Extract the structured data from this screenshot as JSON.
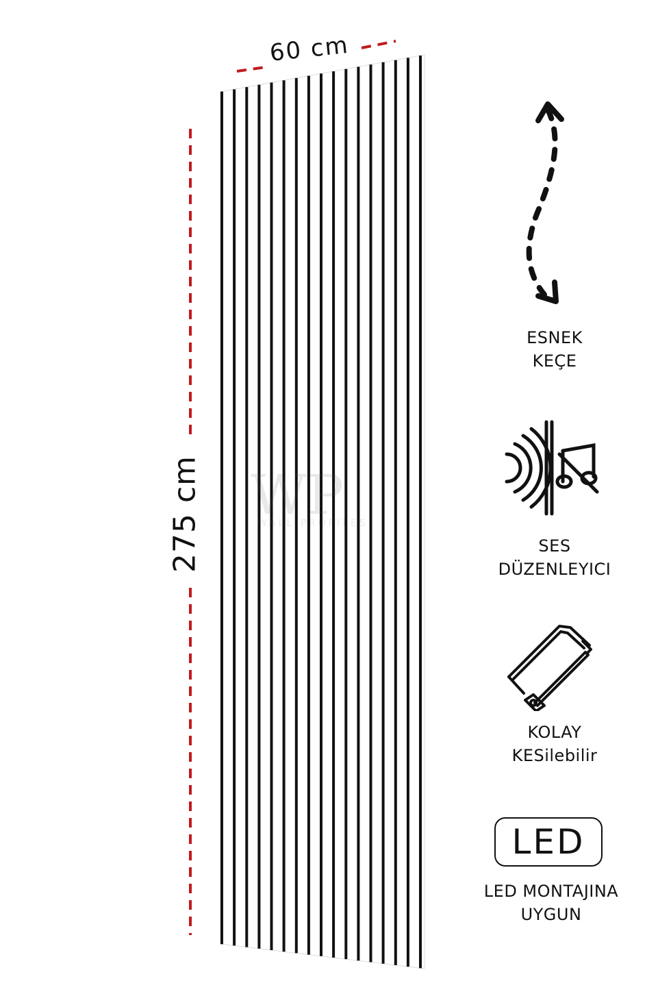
{
  "dimensions": {
    "width_label": "60 cm",
    "height_label": "275 cm",
    "guide_color": "#c0191e"
  },
  "panel": {
    "slat_color": "#111111",
    "slat_count": 17
  },
  "features": [
    {
      "icon": "curved-dashed-arrow-icon",
      "line1": "ESNEK",
      "line2": "KEÇE"
    },
    {
      "icon": "sound-absorption-icon",
      "line1": "SES",
      "line2": "DÜZENLEYICI"
    },
    {
      "icon": "hacksaw-icon",
      "line1": "KOLAY",
      "line2": "KESilebilir"
    },
    {
      "icon": "led-badge-icon",
      "badge": "LED",
      "line1": "LED MONTAJINA",
      "line2": "UYGUN"
    }
  ],
  "watermark": {
    "brand": "WP",
    "subtitle": "WALL PROFILES"
  }
}
